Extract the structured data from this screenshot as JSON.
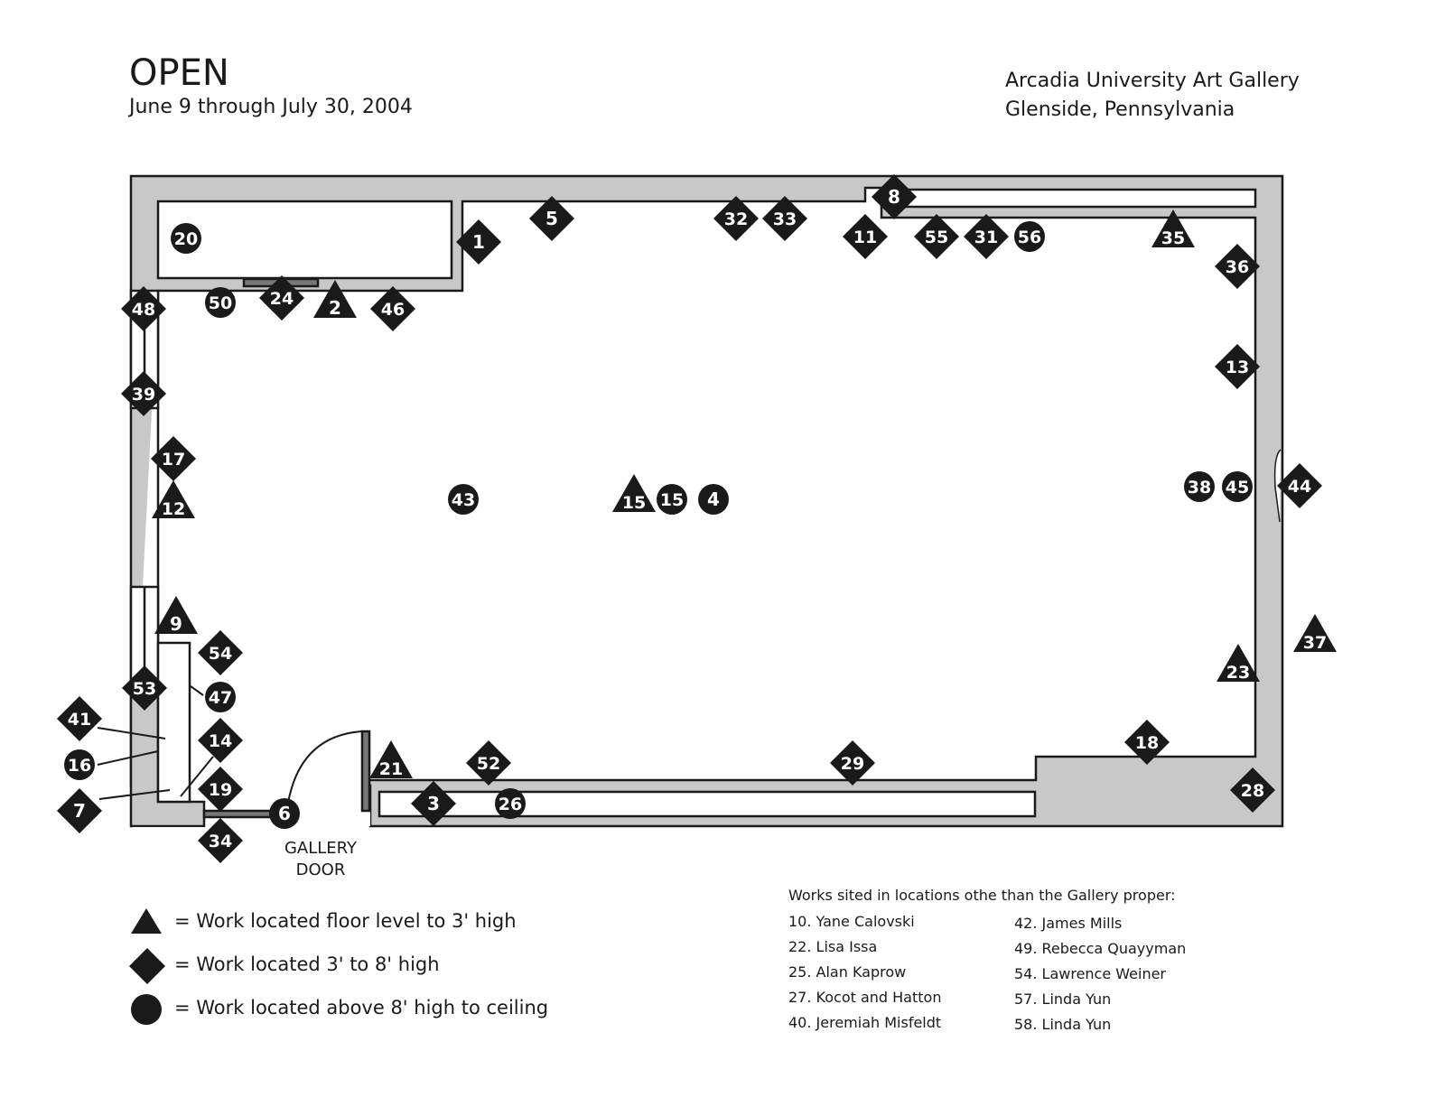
{
  "header": {
    "title": "OPEN",
    "dates": "June 9 through July 30, 2004",
    "institution": "Arcadia University Art Gallery",
    "location": "Glenside, Pennsylvania"
  },
  "plan": {
    "door_label_1": "GALLERY",
    "door_label_2": "DOOR",
    "colors": {
      "wall": "#c8c8c8",
      "marker": "#1a1a1a",
      "door": "#777777"
    },
    "markers": [
      {
        "n": "20",
        "shape": "circle",
        "at": "closet-interior"
      },
      {
        "n": "1",
        "shape": "diamond",
        "at": "north-wall"
      },
      {
        "n": "5",
        "shape": "diamond",
        "at": "north-wall"
      },
      {
        "n": "32",
        "shape": "diamond",
        "at": "north-wall"
      },
      {
        "n": "33",
        "shape": "diamond",
        "at": "north-wall"
      },
      {
        "n": "8",
        "shape": "diamond",
        "at": "north-wall"
      },
      {
        "n": "11",
        "shape": "diamond",
        "at": "north-wall"
      },
      {
        "n": "55",
        "shape": "diamond",
        "at": "north-wall"
      },
      {
        "n": "31",
        "shape": "diamond",
        "at": "north-wall"
      },
      {
        "n": "56",
        "shape": "circle",
        "at": "north-wall"
      },
      {
        "n": "35",
        "shape": "triangle",
        "at": "north-wall"
      },
      {
        "n": "36",
        "shape": "diamond",
        "at": "east-wall"
      },
      {
        "n": "13",
        "shape": "diamond",
        "at": "east-wall"
      },
      {
        "n": "38",
        "shape": "circle",
        "at": "east-wall"
      },
      {
        "n": "45",
        "shape": "circle",
        "at": "east-wall"
      },
      {
        "n": "44",
        "shape": "diamond",
        "at": "east-wall"
      },
      {
        "n": "37",
        "shape": "triangle",
        "at": "outside-east"
      },
      {
        "n": "23",
        "shape": "triangle",
        "at": "east-wall"
      },
      {
        "n": "18",
        "shape": "diamond",
        "at": "south-wall"
      },
      {
        "n": "28",
        "shape": "diamond",
        "at": "southeast-corner"
      },
      {
        "n": "29",
        "shape": "diamond",
        "at": "south-wall"
      },
      {
        "n": "52",
        "shape": "diamond",
        "at": "south-wall"
      },
      {
        "n": "21",
        "shape": "triangle",
        "at": "south-wall"
      },
      {
        "n": "3",
        "shape": "diamond",
        "at": "south-corridor"
      },
      {
        "n": "26",
        "shape": "circle",
        "at": "south-corridor"
      },
      {
        "n": "6",
        "shape": "circle",
        "at": "door"
      },
      {
        "n": "34",
        "shape": "diamond",
        "at": "door"
      },
      {
        "n": "19",
        "shape": "diamond",
        "at": "southwest"
      },
      {
        "n": "14",
        "shape": "diamond",
        "at": "southwest"
      },
      {
        "n": "47",
        "shape": "circle",
        "at": "southwest"
      },
      {
        "n": "54",
        "shape": "diamond",
        "at": "southwest"
      },
      {
        "n": "9",
        "shape": "triangle",
        "at": "southwest"
      },
      {
        "n": "53",
        "shape": "diamond",
        "at": "west-wall"
      },
      {
        "n": "41",
        "shape": "diamond",
        "at": "outside-west"
      },
      {
        "n": "16",
        "shape": "circle",
        "at": "outside-west"
      },
      {
        "n": "7",
        "shape": "diamond",
        "at": "outside-west"
      },
      {
        "n": "12",
        "shape": "triangle",
        "at": "west-wall"
      },
      {
        "n": "17",
        "shape": "diamond",
        "at": "west-wall"
      },
      {
        "n": "39",
        "shape": "diamond",
        "at": "west-wall"
      },
      {
        "n": "48",
        "shape": "diamond",
        "at": "west-wall"
      },
      {
        "n": "50",
        "shape": "circle",
        "at": "closet-wall"
      },
      {
        "n": "24",
        "shape": "diamond",
        "at": "closet-wall"
      },
      {
        "n": "2",
        "shape": "triangle",
        "at": "closet-wall"
      },
      {
        "n": "46",
        "shape": "diamond",
        "at": "closet-wall"
      },
      {
        "n": "43",
        "shape": "circle",
        "at": "center"
      },
      {
        "n": "15",
        "shape": "triangle",
        "at": "center"
      },
      {
        "n": "15",
        "shape": "circle",
        "at": "center"
      },
      {
        "n": "4",
        "shape": "circle",
        "at": "center"
      }
    ]
  },
  "legend": [
    {
      "shape": "triangle",
      "text": "= Work located floor level to 3' high"
    },
    {
      "shape": "diamond",
      "text": "= Work located 3' to 8' high"
    },
    {
      "shape": "circle",
      "text": "= Work located above 8' high to ceiling"
    }
  ],
  "offsite": {
    "heading": "Works sited in locations othe than the Gallery proper:",
    "col1": [
      "10.  Yane Calovski",
      "22.  Lisa Issa",
      "25.  Alan Kaprow",
      "27.  Kocot and Hatton",
      "40.  Jeremiah Misfeldt"
    ],
    "col2": [
      "42.  James Mills",
      "49.  Rebecca Quayyman",
      "54.  Lawrence Weiner",
      "57.  Linda Yun",
      "58.  Linda Yun"
    ]
  }
}
